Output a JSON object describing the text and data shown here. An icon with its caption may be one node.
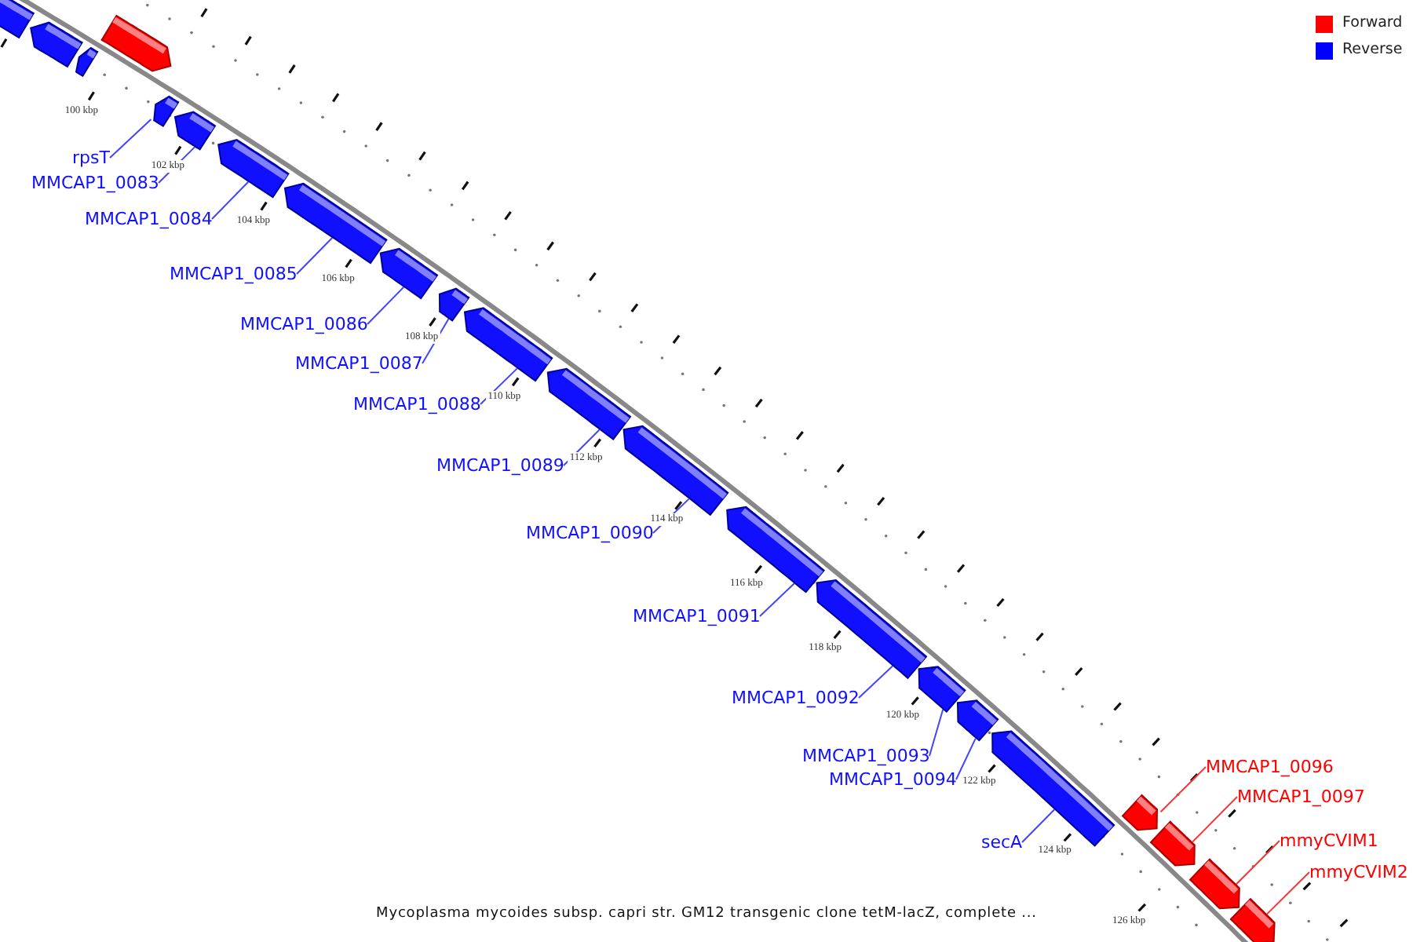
{
  "diagram": {
    "caption": "Mycoplasma mycoides subsp. capri str. GM12 transgenic clone tetM-lacZ, complete ...",
    "nodes": [
      {
        "text": [],
        "shape": "bar"
      },
      {
        "text": [],
        "shape": "bar"
      },
      {
        "text": [],
        "shape": "bar"
      },
      {
        "text": [],
        "shape": "bar"
      },
      {
        "text": [
          "rpsT"
        ]
      },
      {
        "text": [],
        "shape": "bar"
      },
      {
        "text": [
          "MMCAP1_0083"
        ]
      },
      {
        "text": [],
        "shape": "bar"
      },
      {
        "text": [
          "MMCAP1_0084"
        ]
      },
      {
        "text": [],
        "shape": "bar"
      },
      {
        "text": [
          "MMCAP1_0085"
        ]
      },
      {
        "text": [],
        "shape": "bar"
      },
      {
        "text": [
          "MMCAP1_0086"
        ]
      },
      {
        "text": [],
        "shape": "bar"
      },
      {
        "text": [
          "MMCAP1_0087"
        ]
      },
      {
        "text": [],
        "shape": "bar"
      },
      {
        "text": [
          "MMCAP1_0088"
        ]
      },
      {
        "text": [],
        "shape": "bar"
      },
      {
        "text": [
          "MMCAP1_0089"
        ]
      },
      {
        "text": [],
        "shape": "bar"
      },
      {
        "text": [
          "MMCAP1_0090"
        ]
      },
      {
        "text": [],
        "shape": "bar"
      },
      {
        "text": [
          "MMCAP1_0091"
        ]
      },
      {
        "text": [],
        "shape": "bar"
      },
      {
        "text": [
          "MMCAP1_0092"
        ]
      },
      {
        "text": [],
        "shape": "bar"
      },
      {
        "text": [
          "MMCAP1_0093"
        ]
      },
      {
        "text": [],
        "shape": "bar"
      },
      {
        "text": [
          "MMCAP1_0094"
        ]
      },
      {
        "text": [],
        "shape": "bar"
      },
      {
        "text": [
          "secA"
        ]
      },
      {
        "text": [],
        "shape": "bar"
      },
      {
        "text": [
          "MMCAP1_0096"
        ]
      },
      {
        "text": [],
        "shape": "bar"
      },
      {
        "text": [
          "MMCAP1_0097"
        ]
      },
      {
        "text": [],
        "shape": "bar"
      },
      {
        "text": [
          "mmyCVIM1"
        ]
      },
      {
        "text": [],
        "shape": "bar"
      },
      {
        "text": [
          "mmyCVIM2"
        ]
      },
      {
        "text": [],
        "shape": "bar"
      }
    ],
    "edges": [
      {
        "from": 4,
        "to": 5,
        "arrow": "none"
      },
      {
        "from": 6,
        "to": 7,
        "arrow": "none"
      },
      {
        "from": 8,
        "to": 9,
        "arrow": "none"
      },
      {
        "from": 10,
        "to": 11,
        "arrow": "none"
      },
      {
        "from": 12,
        "to": 13,
        "arrow": "none"
      },
      {
        "from": 14,
        "to": 15,
        "arrow": "none"
      },
      {
        "from": 16,
        "to": 17,
        "arrow": "none"
      },
      {
        "from": 18,
        "to": 19,
        "arrow": "none"
      },
      {
        "from": 20,
        "to": 21,
        "arrow": "none"
      },
      {
        "from": 22,
        "to": 23,
        "arrow": "none"
      },
      {
        "from": 24,
        "to": 25,
        "arrow": "none"
      },
      {
        "from": 26,
        "to": 27,
        "arrow": "none"
      },
      {
        "from": 28,
        "to": 29,
        "arrow": "none"
      },
      {
        "from": 30,
        "to": 31,
        "arrow": "none"
      },
      {
        "from": 32,
        "to": 33,
        "arrow": "none",
        "color": "#ff3333"
      },
      {
        "from": 34,
        "to": 35,
        "arrow": "none",
        "color": "#ff3333"
      },
      {
        "from": 36,
        "to": 37,
        "arrow": "none",
        "color": "#ff3333"
      },
      {
        "from": 38,
        "to": 39,
        "arrow": "none",
        "color": "#ff3333"
      }
    ],
    "labels": [
      "100 kbp",
      "102 kbp",
      "104 kbp",
      "106 kbp",
      "108 kbp",
      "110 kbp",
      "112 kbp",
      "114 kbp",
      "116 kbp",
      "118 kbp",
      "120 kbp",
      "122 kbp",
      "124 kbp",
      "126 kbp"
    ],
    "legend": [
      {
        "text": "Forward",
        "color": "#ff0000"
      },
      {
        "text": "Reverse",
        "color": "#0000ff"
      }
    ]
  }
}
